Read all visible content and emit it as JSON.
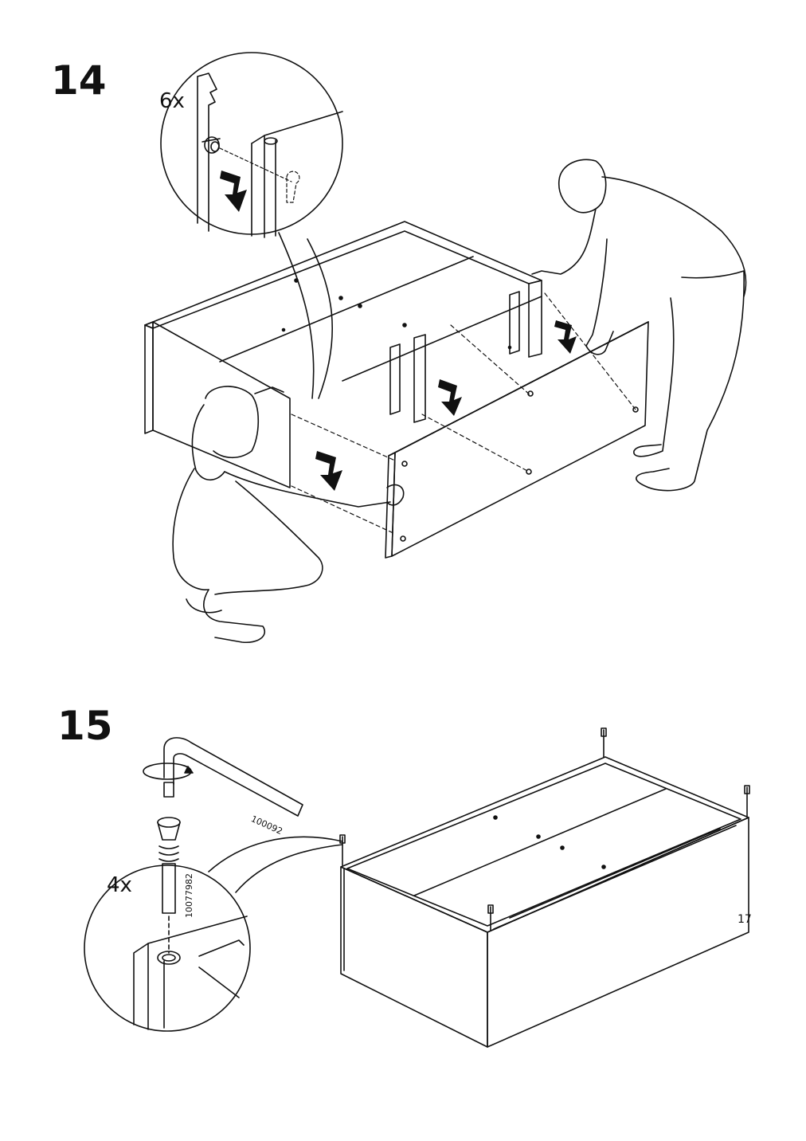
{
  "steps": [
    {
      "number": "14",
      "quantity": "6x"
    },
    {
      "number": "15",
      "quantity": "4x",
      "tool_part_no": "100092",
      "screw_part_no": "10077982"
    }
  ],
  "page_number": "17"
}
